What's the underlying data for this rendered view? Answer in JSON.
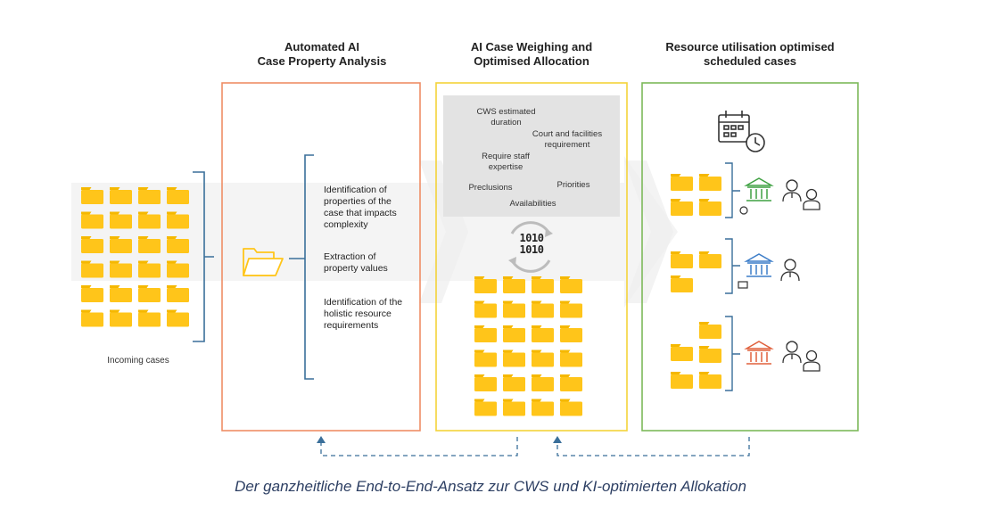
{
  "headings": {
    "analysis": [
      "Automated AI",
      "Case Property Analysis"
    ],
    "weighing": [
      "AI Case Weighing and",
      "Optimised Allocation"
    ],
    "scheduled": [
      "Resource utilisation optimised",
      "scheduled cases"
    ]
  },
  "incoming_label": "Incoming cases",
  "analysis_items": [
    [
      "Identification of",
      "properties of the",
      "case that impacts",
      "complexity"
    ],
    [
      "Extraction of",
      "property values"
    ],
    [
      "Identification of the",
      "holistic resource",
      "requirements"
    ]
  ],
  "factors": {
    "cws_duration": [
      "CWS estimated",
      "duration"
    ],
    "court_facilities": [
      "Court and facilities",
      "requirement"
    ],
    "staff_expertise": [
      "Require staff",
      "expertise"
    ],
    "preclusions": "Preclusions",
    "priorities": "Priorities",
    "availabilities": "Availabilities"
  },
  "binary_glyph": [
    "1010",
    "1010"
  ],
  "caption": "Der ganzheitliche End-to-End-Ansatz zur CWS und KI-optimierten Allokation",
  "colors": {
    "folder": "#FFC51A",
    "folder_tab": "#F5B800",
    "box_analysis": "#EE8E65",
    "box_weighing": "#F3D33A",
    "box_scheduled": "#7DB95A",
    "bracket": "#3A6F9A",
    "factor_bg": "#E3E3E3",
    "caption": "#2D3F63",
    "court_green": "#3FA142",
    "court_blue": "#3C7DC8",
    "court_red": "#E0603C",
    "dashed": "#3A6F9A"
  },
  "icons": [
    "calendar-clock-icon",
    "binary-data-icon",
    "open-folder-icon",
    "courthouse-icon",
    "judge-icon",
    "staff-icon"
  ]
}
